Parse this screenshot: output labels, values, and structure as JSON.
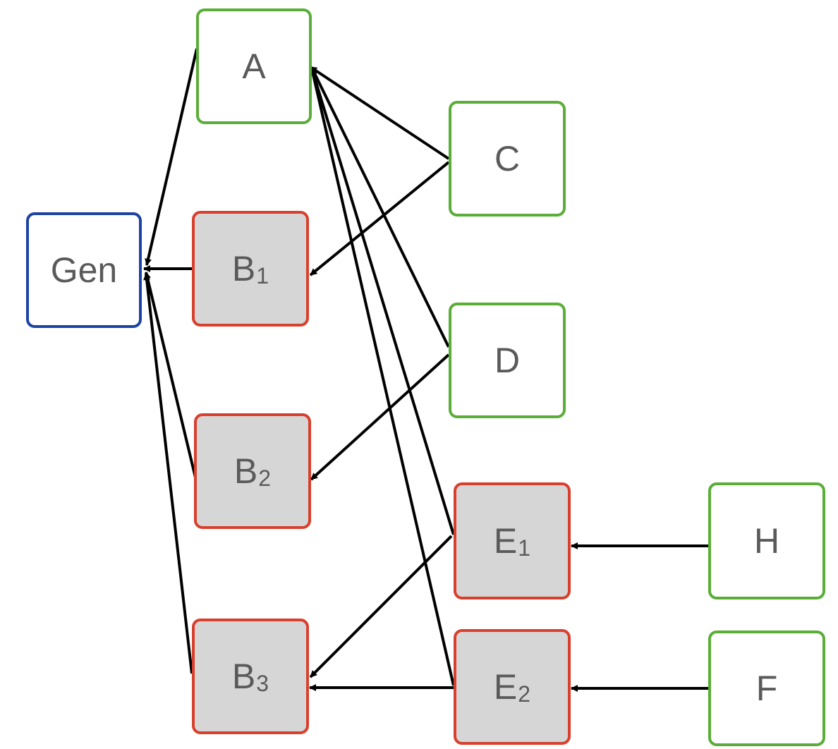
{
  "nodes": {
    "gen": {
      "label": "Gen",
      "sub": ""
    },
    "a": {
      "label": "A",
      "sub": ""
    },
    "b1": {
      "label": "B",
      "sub": "1"
    },
    "b2": {
      "label": "B",
      "sub": "2"
    },
    "b3": {
      "label": "B",
      "sub": "3"
    },
    "c": {
      "label": "C",
      "sub": ""
    },
    "d": {
      "label": "D",
      "sub": ""
    },
    "e1": {
      "label": "E",
      "sub": "1"
    },
    "e2": {
      "label": "E",
      "sub": "2"
    },
    "h": {
      "label": "H",
      "sub": ""
    },
    "f": {
      "label": "F",
      "sub": ""
    }
  },
  "edges": [
    {
      "from": "A",
      "to": "Gen"
    },
    {
      "from": "B1",
      "to": "Gen"
    },
    {
      "from": "B2",
      "to": "Gen"
    },
    {
      "from": "B3",
      "to": "Gen"
    },
    {
      "from": "C",
      "to": "A"
    },
    {
      "from": "C",
      "to": "B1"
    },
    {
      "from": "D",
      "to": "A"
    },
    {
      "from": "D",
      "to": "B2"
    },
    {
      "from": "E1",
      "to": "A"
    },
    {
      "from": "E1",
      "to": "B3"
    },
    {
      "from": "E2",
      "to": "A"
    },
    {
      "from": "E2",
      "to": "B3"
    },
    {
      "from": "H",
      "to": "E1"
    },
    {
      "from": "F",
      "to": "E2"
    }
  ],
  "colors": {
    "generator_border": "#1d43a2",
    "observed_border": "#5aae38",
    "latent_border": "#d8402d",
    "latent_fill": "#d6d6d6",
    "text": "#5a5a5a",
    "edge": "#000000"
  }
}
